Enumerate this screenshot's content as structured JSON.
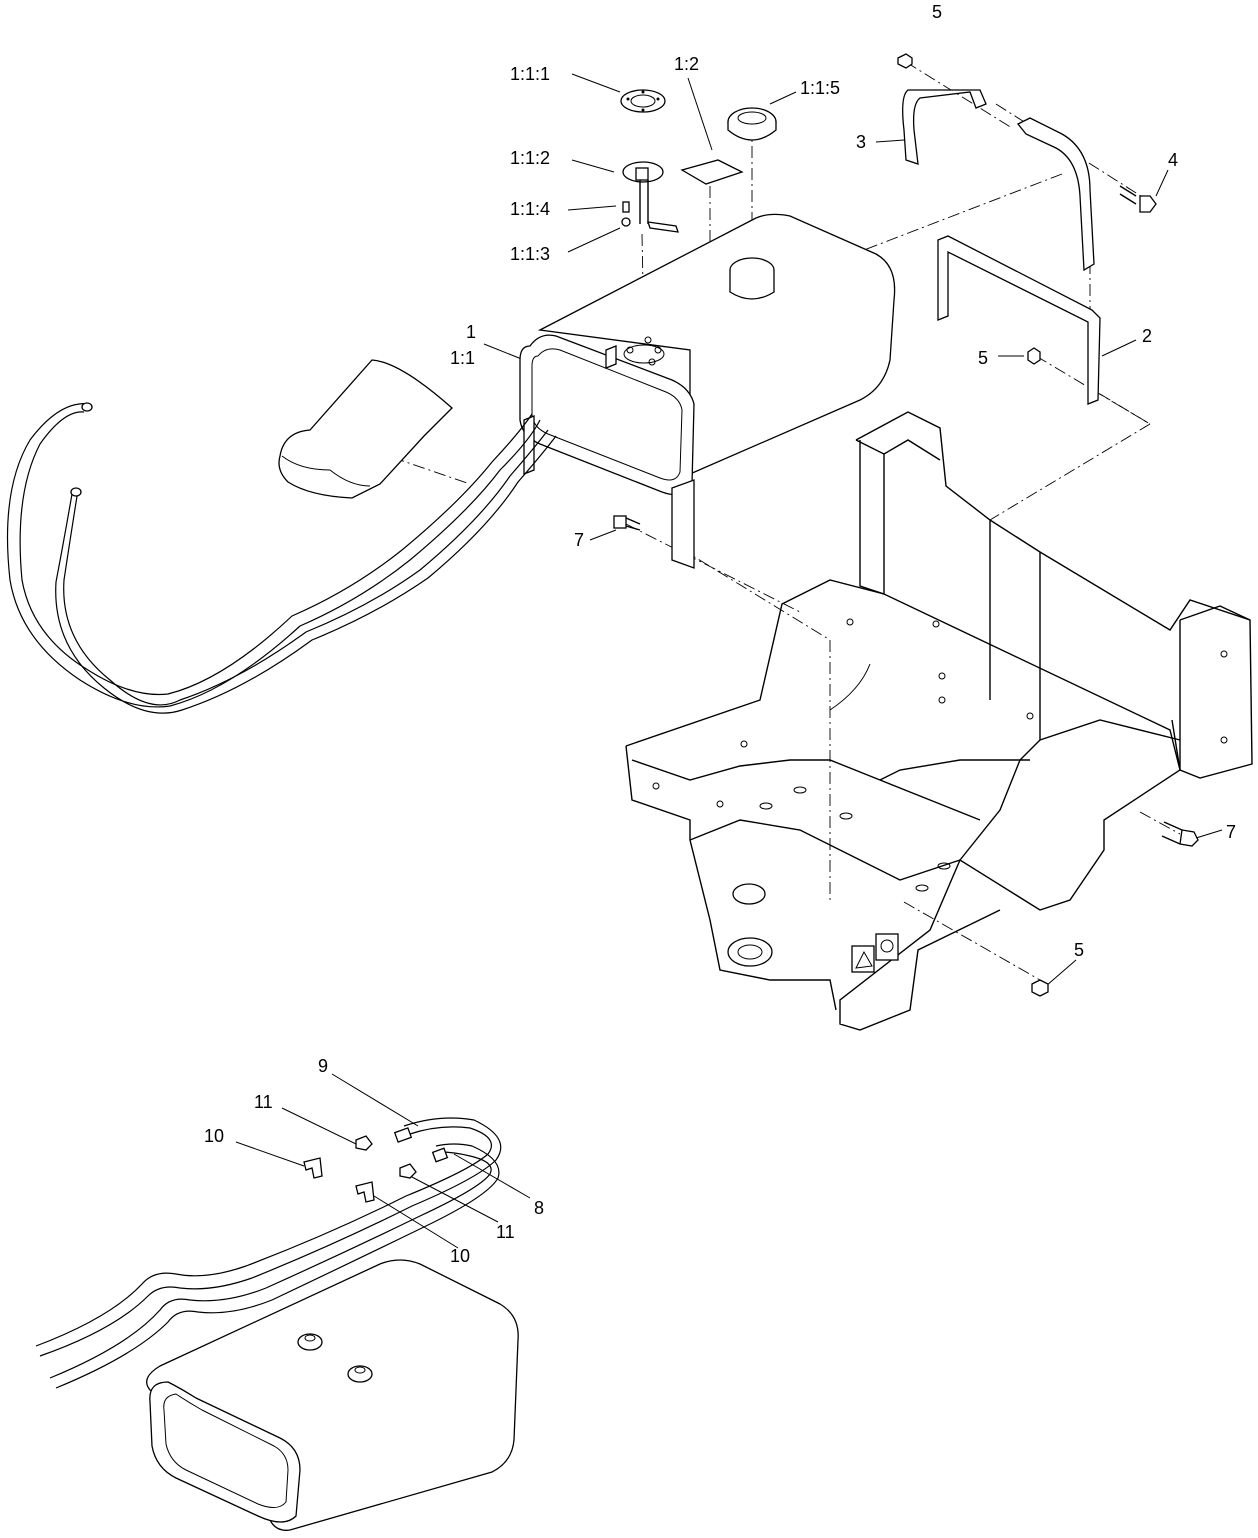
{
  "callouts": [
    {
      "id": "c-1-1-1",
      "text": "1:1:1"
    },
    {
      "id": "c-1-2",
      "text": "1:2"
    },
    {
      "id": "c-1-1-5",
      "text": "1:1:5"
    },
    {
      "id": "c-1-1-2",
      "text": "1:1:2"
    },
    {
      "id": "c-1-1-4",
      "text": "1:1:4"
    },
    {
      "id": "c-1-1-3",
      "text": "1:1:3"
    },
    {
      "id": "c-1",
      "text": "1"
    },
    {
      "id": "c-1-1",
      "text": "1:1"
    },
    {
      "id": "c-5-top",
      "text": "5"
    },
    {
      "id": "c-3",
      "text": "3"
    },
    {
      "id": "c-4",
      "text": "4"
    },
    {
      "id": "c-2",
      "text": "2"
    },
    {
      "id": "c-5-mid",
      "text": "5"
    },
    {
      "id": "c-7-left",
      "text": "7"
    },
    {
      "id": "c-7-right",
      "text": "7"
    },
    {
      "id": "c-5-bottom",
      "text": "5"
    },
    {
      "id": "c-9",
      "text": "9"
    },
    {
      "id": "c-11-top",
      "text": "11"
    },
    {
      "id": "c-10-top",
      "text": "10"
    },
    {
      "id": "c-8",
      "text": "8"
    },
    {
      "id": "c-11-bottom",
      "text": "11"
    },
    {
      "id": "c-10-bottom",
      "text": "10"
    }
  ],
  "colors": {
    "ink": "#000000",
    "background": "#ffffff"
  }
}
